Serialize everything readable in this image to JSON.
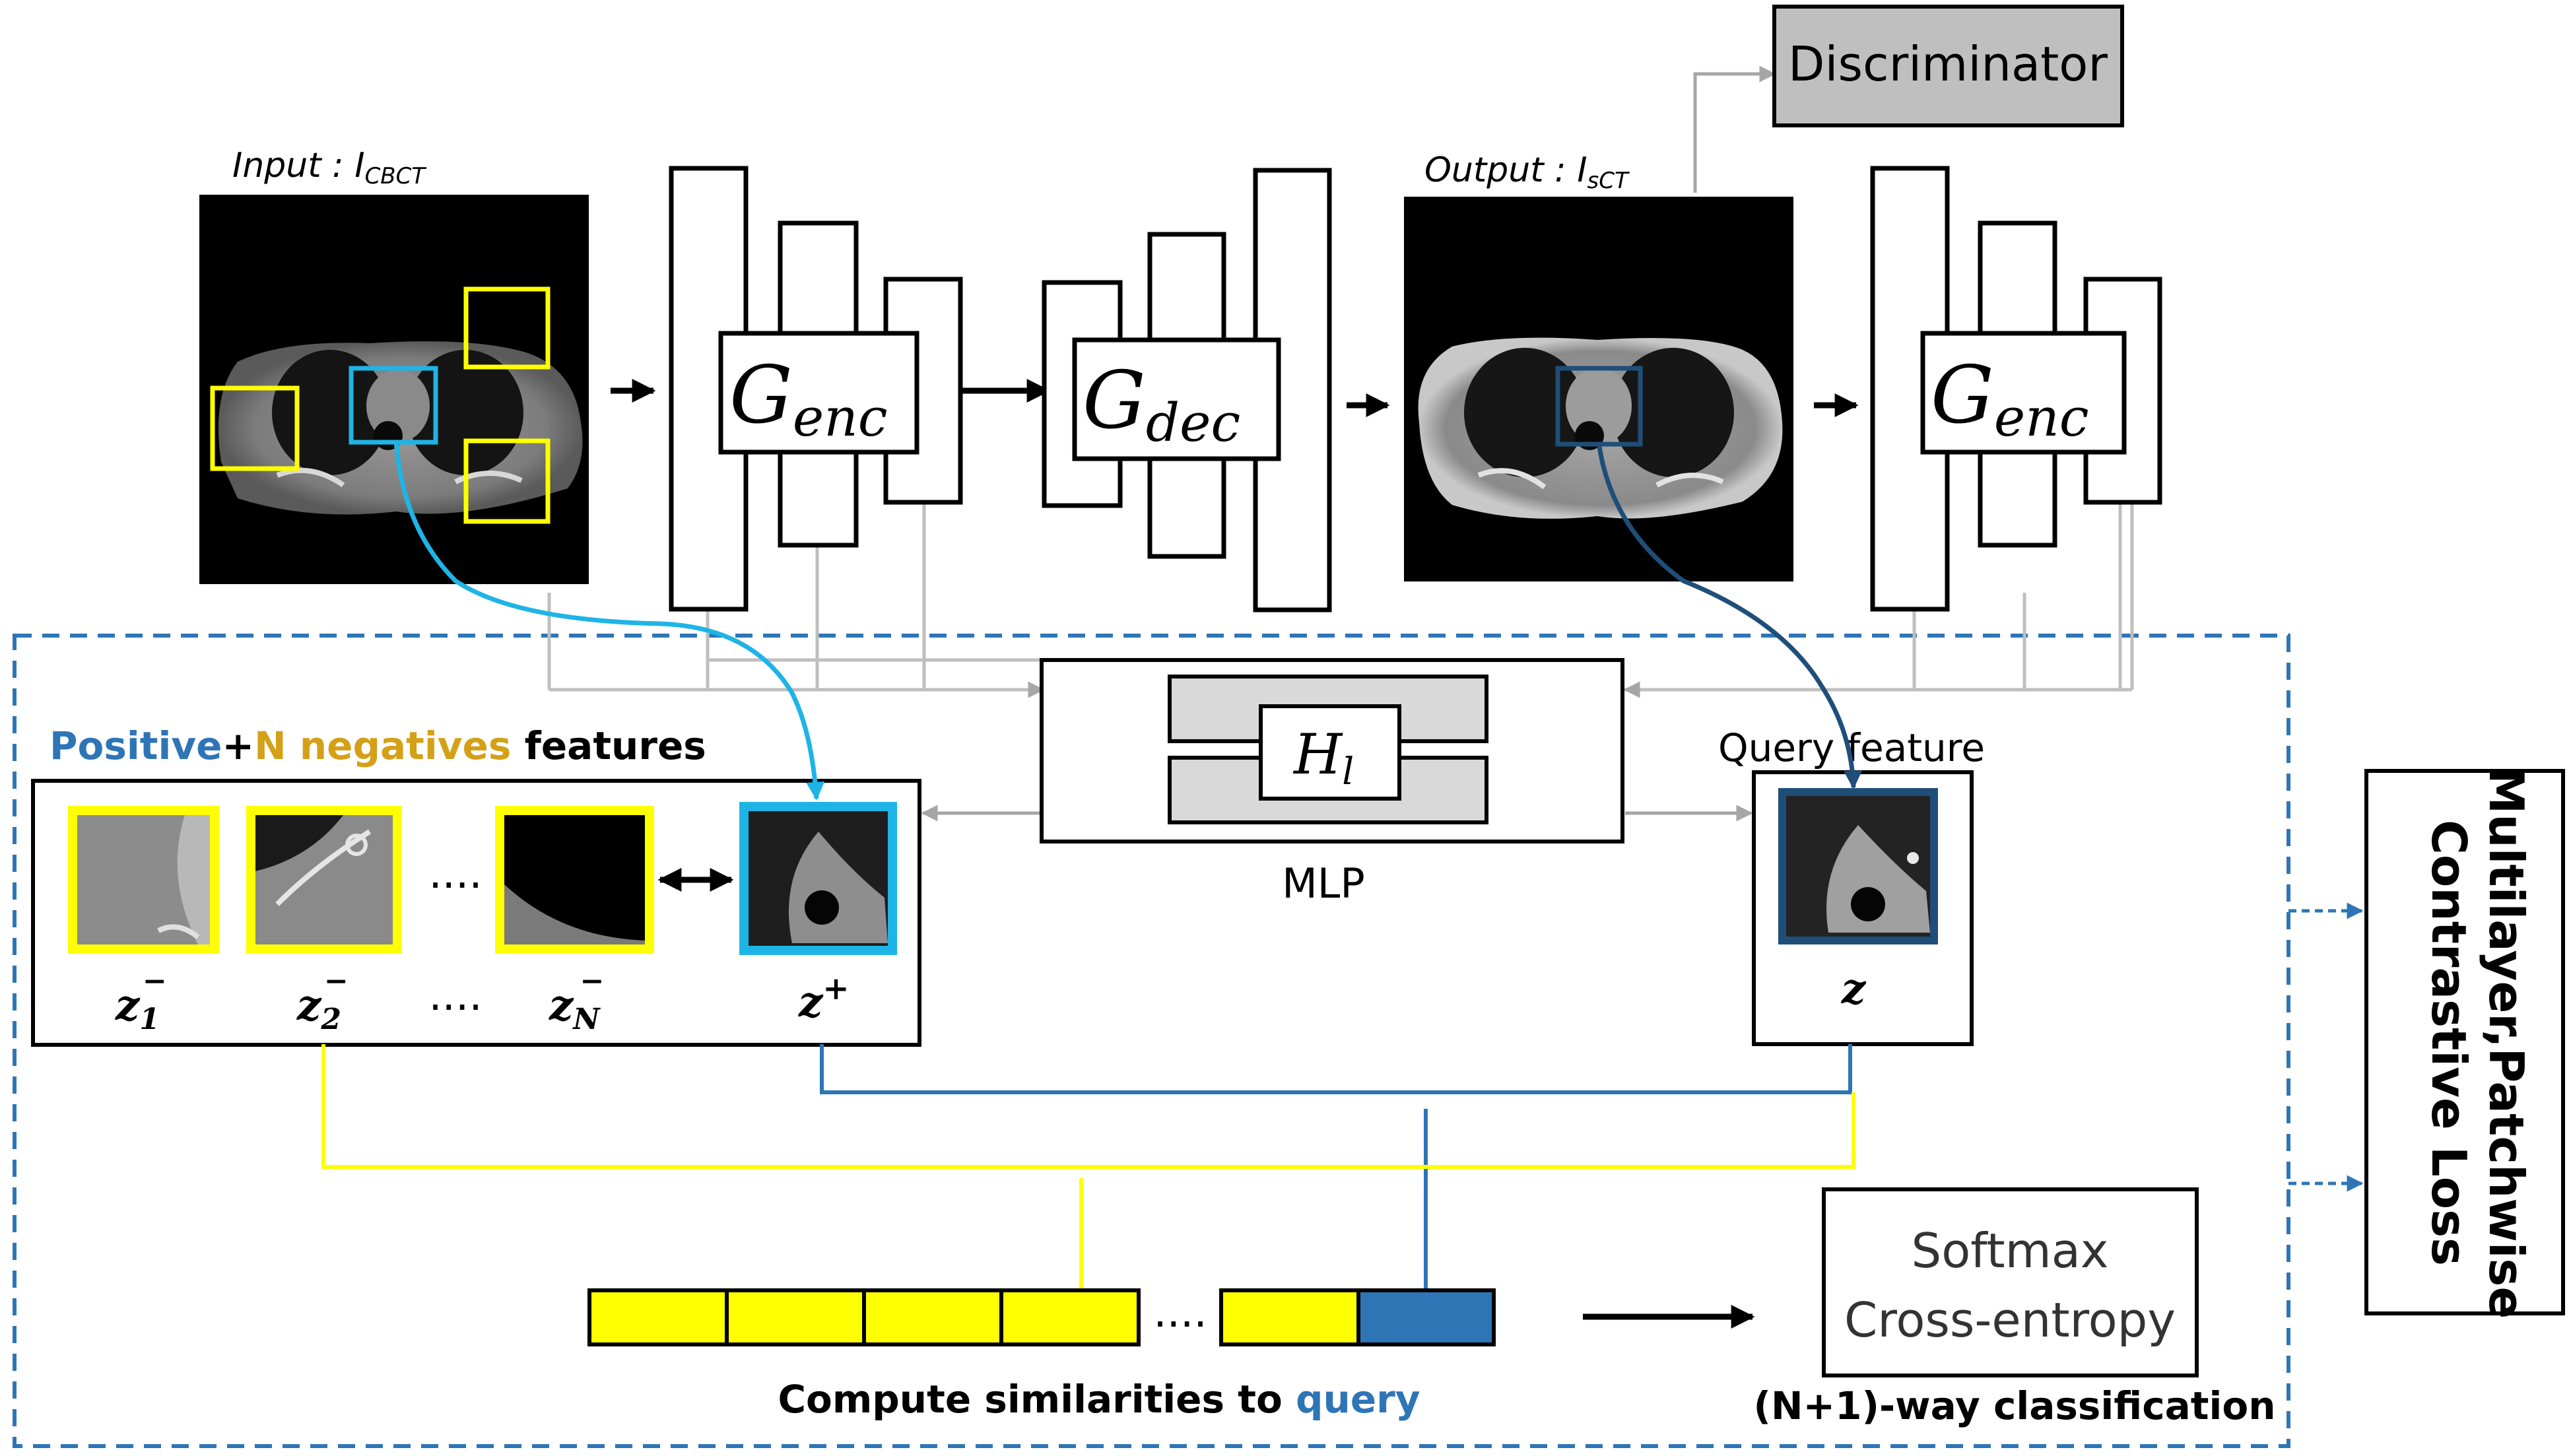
{
  "input_label": {
    "prefix": "Input : I",
    "sub": "CBCT"
  },
  "output_label": {
    "prefix": "Output : I",
    "sub": "sCT"
  },
  "discriminator": "Discriminator",
  "g_enc_1": {
    "main": "G",
    "sub": "enc"
  },
  "g_dec": {
    "main": "G",
    "sub": "dec"
  },
  "g_enc_2": {
    "main": "G",
    "sub": "enc"
  },
  "mlp": {
    "main": "H",
    "sub": "l",
    "label": "MLP"
  },
  "features_title": {
    "positive": "Positive",
    "plus": "+",
    "negatives": "N negatives",
    "features": " features"
  },
  "query_title": "Query feature",
  "dots": "....",
  "z1": {
    "main": "z",
    "sub": "1",
    "sup": "−"
  },
  "z2": {
    "main": "z",
    "sub": "2",
    "sup": "−"
  },
  "zN": {
    "main": "z",
    "sub": "N",
    "sup": "−"
  },
  "zplus": {
    "main": "z",
    "sup": "+"
  },
  "zq": {
    "main": "z"
  },
  "softmax": {
    "line1": "Softmax",
    "line2": "Cross-entropy"
  },
  "classification": "(N+1)-way classification",
  "similarity": {
    "prefix": "Compute similarities to ",
    "query": "query"
  },
  "loss": {
    "line1": "Multilayer,Patchwise",
    "line2": "Contrastive Loss"
  },
  "colors": {
    "positive": "#2e75b6",
    "negative": "#ffff00",
    "negative_text": "#d4a017",
    "cyan_arrow": "#1fb4e6",
    "dark_arrow": "#1f4e79",
    "gray": "#bfbfbf",
    "dashed": "#2e75b6"
  }
}
